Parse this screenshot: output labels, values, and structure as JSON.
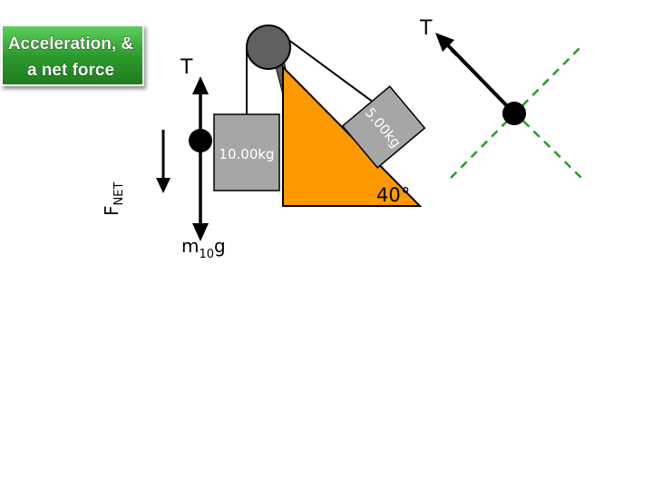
{
  "slide": {
    "title_line1": "Acceleration, &",
    "title_line2": "a net force"
  },
  "diagram": {
    "hanging_mass_label": "10.00kg",
    "incline_mass_label": "5.00kg",
    "incline_angle_label": "40°",
    "tension_label": "T",
    "weight_label_main": "m",
    "weight_label_sub": "10",
    "weight_label_tail": "g",
    "net_force_label_main": "F",
    "net_force_label_sub": "NET",
    "fbd_tension_label": "T"
  },
  "colors": {
    "title_green": "#2e9b2e",
    "incline_orange": "#ff9900",
    "block_gray": "#a6a6a6",
    "pulley_gray": "#606060",
    "axis_green": "#2a9a2a"
  }
}
